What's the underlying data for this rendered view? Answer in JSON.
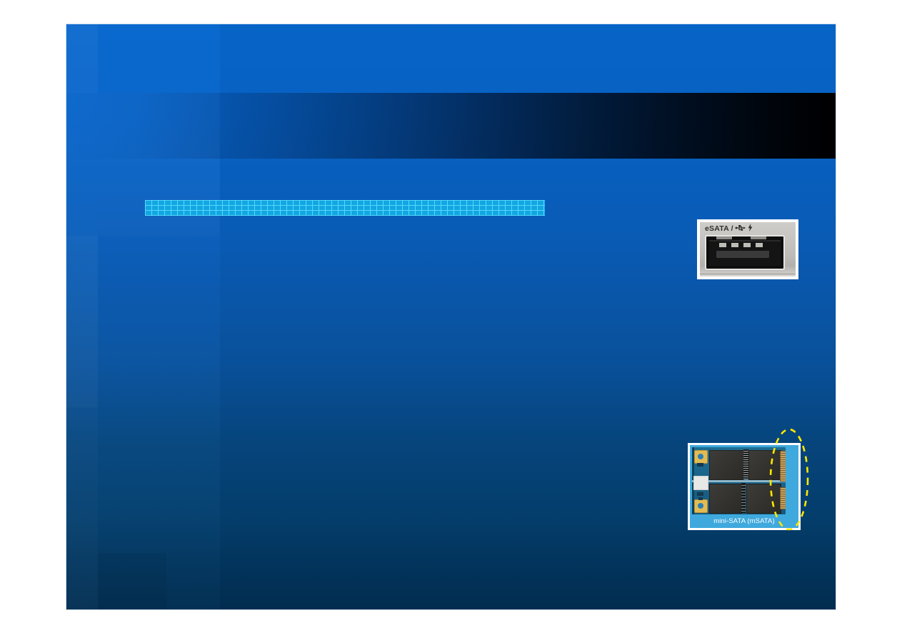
{
  "slide": {
    "background_top_color": "#0868ce",
    "background_bottom_color": "#022e52",
    "title_band_color": "#000204",
    "redacted_bar": {
      "label": "",
      "fill_color": "#12a6e2",
      "hatch_color": "#5adcff"
    },
    "accent_bar": {
      "label": "",
      "start_color": "#7d1703",
      "mid_color": "#fa4b06",
      "end_color": "#7a1603"
    }
  },
  "images": {
    "esata_port": {
      "port_label": "eSATA /",
      "usb_icon_name": "usb-trident-icon",
      "power_icon_name": "lightning-bolt-icon",
      "plate_color": "#c6c4c0",
      "socket_color": "#0e0e0e"
    },
    "msata_card": {
      "caption": "mini-SATA (mSATA)",
      "board_color": "#1a6389",
      "backdrop_color": "#3fa9dd",
      "chip_color": "#34332f",
      "gold_pad_color": "#e2bb54",
      "connector_color": "#d9b77c"
    }
  },
  "annotations": {
    "highlight_ellipse": {
      "stroke_color": "#ffe800",
      "style": "dashed",
      "target": "mSATA edge connector"
    }
  }
}
